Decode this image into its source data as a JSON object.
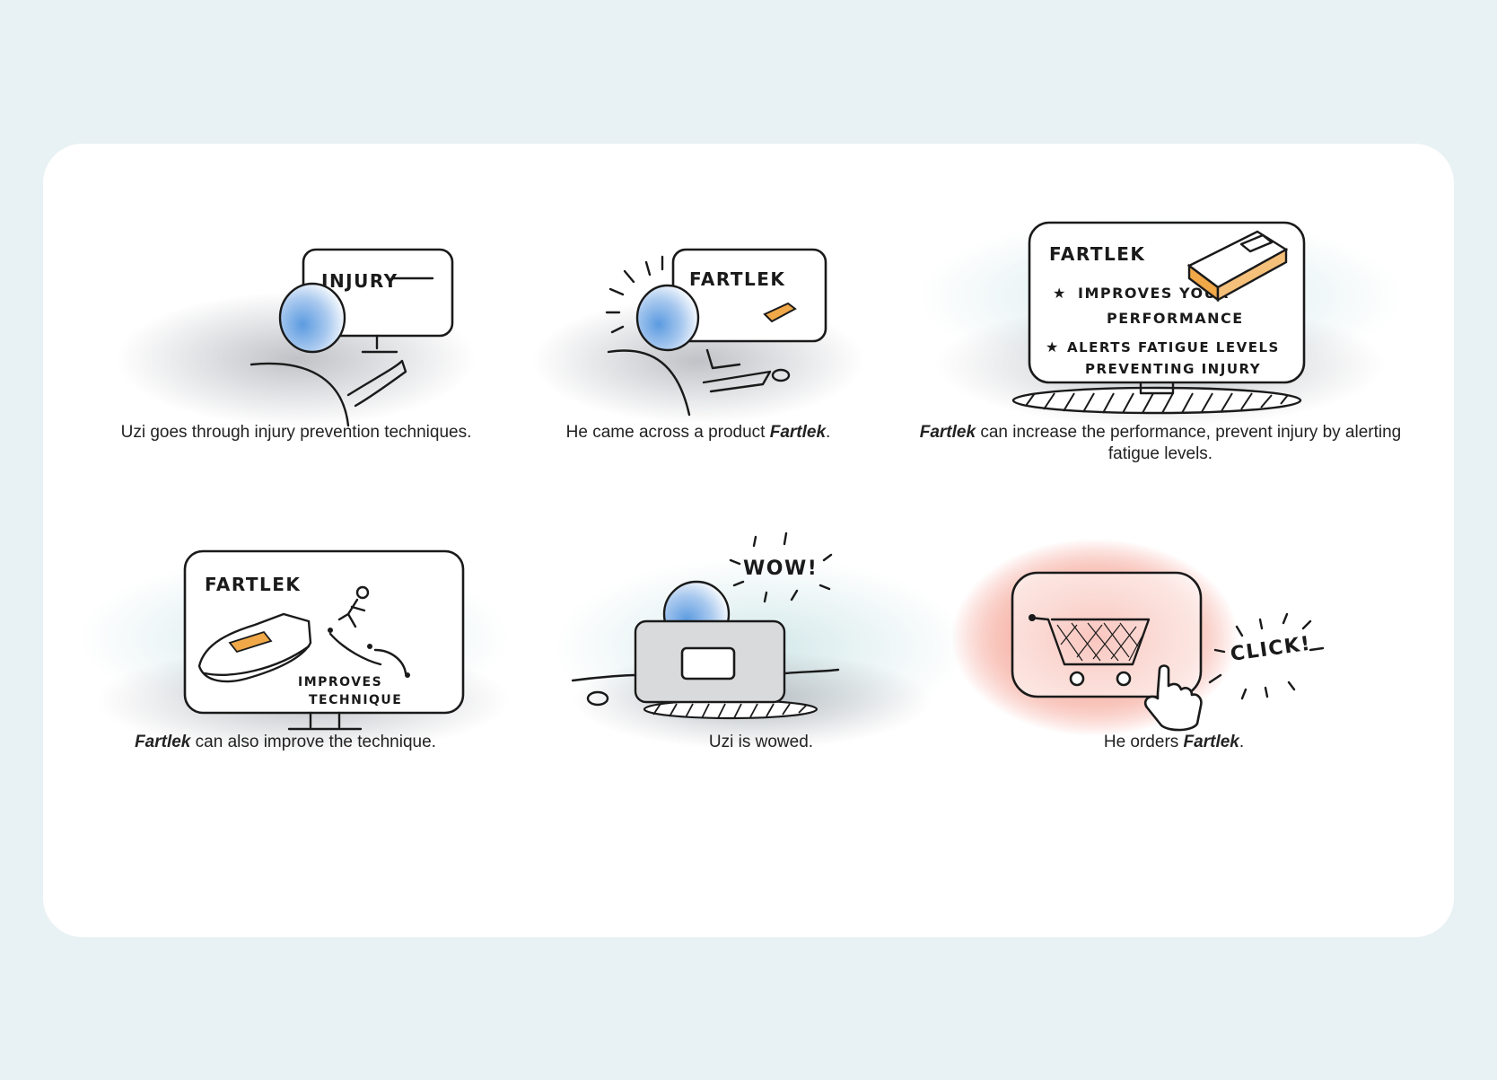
{
  "panels": [
    {
      "caption_text": "Uzi goes through injury prevention techniques.",
      "screen_text": "INJURY"
    },
    {
      "caption_pre": "He came across a product ",
      "caption_em": "Fartlek",
      "caption_post": ".",
      "screen_text": "FARTLEK"
    },
    {
      "caption_em": "Fartlek",
      "caption_post": " can increase the performance, prevent injury by alerting fatigue levels.",
      "screen_title": "FARTLEK",
      "bullet_1_line_1": "IMPROVES YOUR",
      "bullet_1_line_2": "PERFORMANCE",
      "bullet_2_line_1": "ALERTS FATIGUE LEVELS",
      "bullet_2_line_2": "PREVENTING INJURY"
    },
    {
      "caption_em": "Fartlek",
      "caption_post": " can also improve the technique.",
      "screen_title": "FARTLEK",
      "note_line_1": "IMPROVES",
      "note_line_2": "TECHNIQUE"
    },
    {
      "caption_text": "Uzi is wowed.",
      "exclamation": "WOW!"
    },
    {
      "caption_pre": "He orders ",
      "caption_em": "Fartlek",
      "caption_post": ".",
      "exclamation": "CLICK!"
    }
  ],
  "colors": {
    "page_bg": "#e8f1f3",
    "card_bg": "#ffffff",
    "ink": "#1a1a1a",
    "head_blue": "#5b9be0",
    "product_orange": "#f0a848",
    "cart_glow": "#f27a6a",
    "wash_teal": "#cfe6e8",
    "shadow_gray": "#8c9099"
  }
}
